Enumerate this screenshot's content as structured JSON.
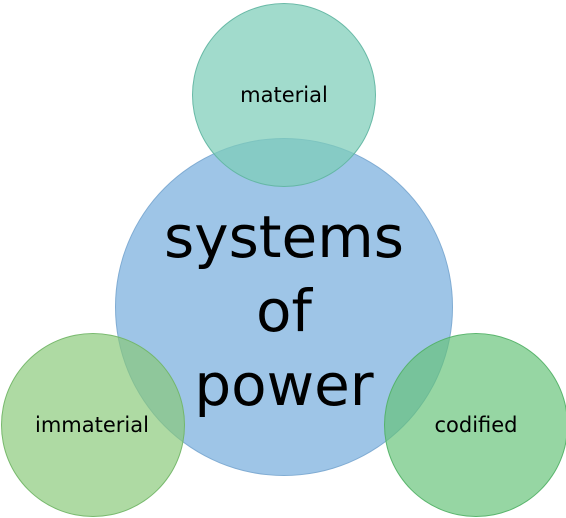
{
  "diagram": {
    "center": {
      "lines": [
        "systems",
        "of",
        "power"
      ]
    },
    "nodes": {
      "top": {
        "label": "material"
      },
      "left": {
        "label": "immaterial"
      },
      "right": {
        "label": "codified"
      }
    }
  },
  "colors": {
    "center_fill": "#9BC3E6",
    "top_fill": "#7DCDB9",
    "left_fill": "#87C878",
    "right_fill": "#64C378",
    "text": "#000000"
  }
}
